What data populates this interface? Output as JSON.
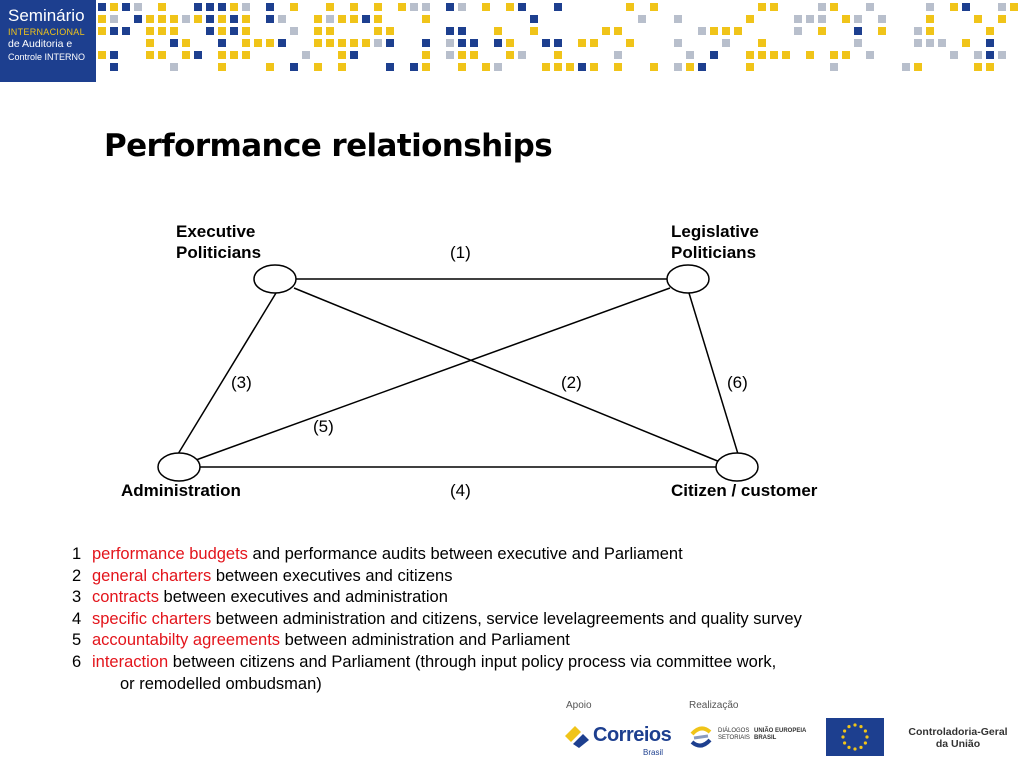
{
  "banner": {
    "logo_line1": "Seminário",
    "logo_line2": "INTERNACIONAL",
    "logo_line3": "de Auditoria e",
    "logo_line4": "Controle INTERNO",
    "colors": {
      "navy": "#1d3f8f",
      "yellow": "#f0c419",
      "gray": "#b8bfcc"
    }
  },
  "title": "Performance relationships",
  "diagram": {
    "nodes": [
      {
        "id": "exec",
        "label_lines": [
          "Executive",
          "Politicians"
        ]
      },
      {
        "id": "leg",
        "label_lines": [
          "Legislative",
          "Politicians"
        ]
      },
      {
        "id": "admin",
        "label_lines": [
          "Administration"
        ]
      },
      {
        "id": "citizen",
        "label_lines": [
          "Citizen / customer"
        ]
      }
    ],
    "edges": [
      {
        "from": "exec",
        "to": "leg",
        "label": "(1)"
      },
      {
        "from": "exec",
        "to": "citizen",
        "label": "(2)"
      },
      {
        "from": "exec",
        "to": "admin",
        "label": "(3)"
      },
      {
        "from": "admin",
        "to": "citizen",
        "label": "(4)"
      },
      {
        "from": "admin",
        "to": "leg",
        "label": "(5)"
      },
      {
        "from": "leg",
        "to": "citizen",
        "label": "(6)"
      }
    ]
  },
  "legend": [
    {
      "num": "1",
      "key": "performance budgets",
      "text": " and performance audits between executive and  Parliament"
    },
    {
      "num": "2",
      "key": "general charters",
      "text": " between executives and citizens"
    },
    {
      "num": "3",
      "key": "contracts",
      "text": " between executives and administration"
    },
    {
      "num": "4",
      "key": "specific charters",
      "text": " between administration and citizens, service levelagreements and quality survey"
    },
    {
      "num": "5",
      "key": "accountabilty agreements",
      "text": " between administration and  Parliament"
    },
    {
      "num": "6",
      "key": "interaction",
      "text": " between citizens and Parliament (through input policy process via committee work,"
    }
  ],
  "legend_continuation": "or remodelled ombudsman)",
  "footer": {
    "apoio_label": "Apoio",
    "realizacao_label": "Realização",
    "correios_word": "Correios",
    "correios_sub": "Brasil",
    "dialogos_left": "DIÁLOGOS SETORIAIS",
    "dialogos_right": "UNIÃO EUROPEIA BRASIL",
    "cgu_line1": "Controladoria-Geral",
    "cgu_line2": "da União"
  }
}
